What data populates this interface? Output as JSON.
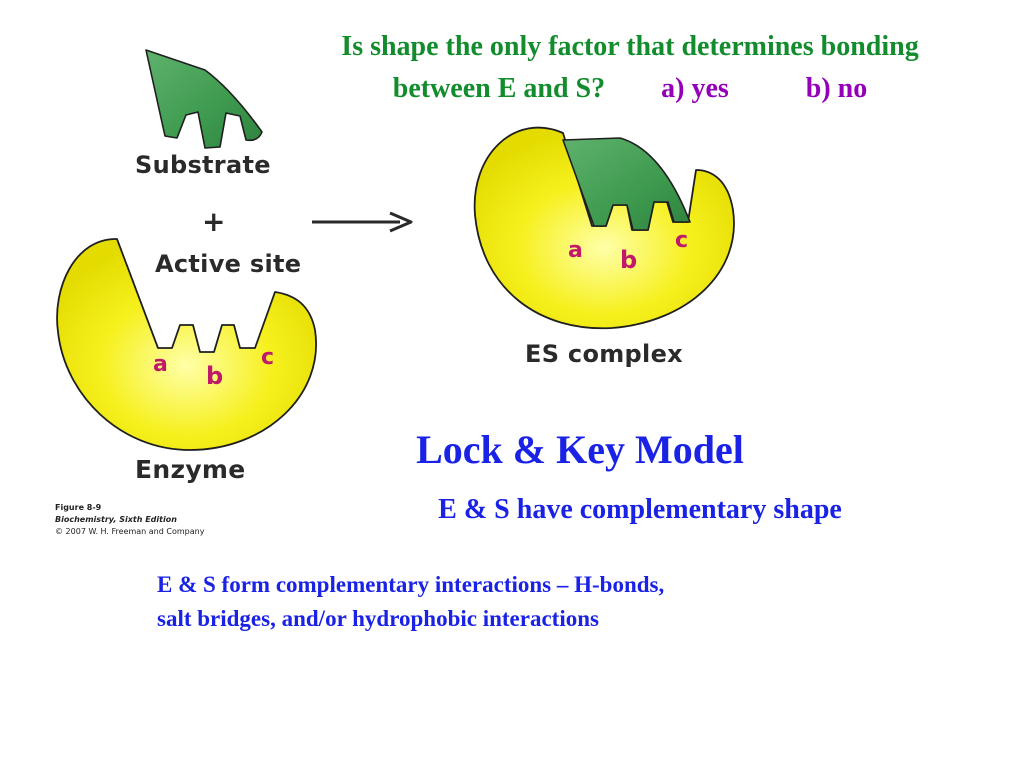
{
  "question": {
    "line1": "Is shape the only factor that determines bonding",
    "line2": "between E and S?",
    "option_a": "a)  yes",
    "option_b": "b)  no"
  },
  "figure": {
    "substrate_label": "Substrate",
    "plus": "+",
    "active_site_label": "Active site",
    "enzyme_label": "Enzyme",
    "es_complex_label": "ES complex",
    "site_letters": [
      "a",
      "b",
      "c"
    ],
    "caption": {
      "figure": "Figure 8-9",
      "book": "Biochemistry, Sixth Edition",
      "copyright": "© 2007 W. H. Freeman and Company"
    },
    "colors": {
      "enzyme_fill": "#f6f01e",
      "substrate_fill": "#3d9a4e",
      "site_letter": "#c0186a"
    }
  },
  "model": {
    "title": "Lock & Key Model",
    "subtitle": "E & S have complementary shape",
    "body_line1": "E & S form complementary interactions – H-bonds,",
    "body_line2": "salt bridges, and/or hydrophobic interactions"
  },
  "colors": {
    "question_text": "#138c2d",
    "options_text": "#9400b8",
    "model_text": "#1a22e6"
  }
}
